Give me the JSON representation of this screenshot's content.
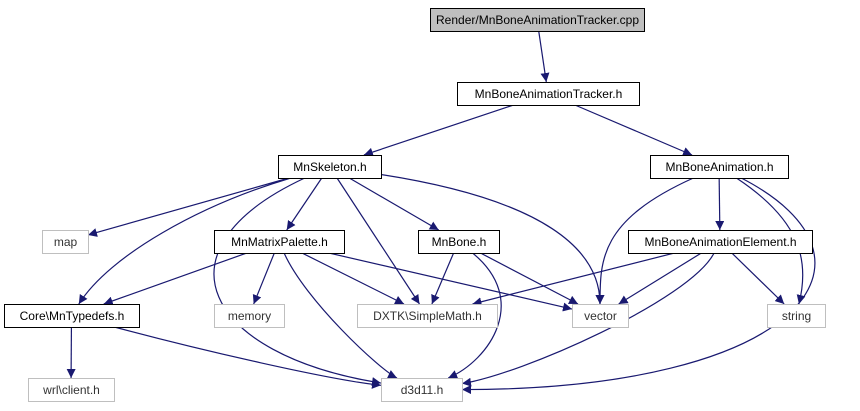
{
  "colors": {
    "edge": "#191970",
    "node_border": "#000000",
    "external_border": "#bfbfbf",
    "root_fill": "#bfbfbf",
    "node_fill": "#ffffff",
    "text": "#000000",
    "external_text": "#333333"
  },
  "nodes": [
    {
      "id": "root",
      "label": "Render/MnBoneAnimationTracker.cpp",
      "kind": "root"
    },
    {
      "id": "tracker_h",
      "label": "MnBoneAnimationTracker.h",
      "kind": "project"
    },
    {
      "id": "skeleton_h",
      "label": "MnSkeleton.h",
      "kind": "project"
    },
    {
      "id": "boneanim_h",
      "label": "MnBoneAnimation.h",
      "kind": "project"
    },
    {
      "id": "map",
      "label": "map",
      "kind": "external"
    },
    {
      "id": "matrixpalette_h",
      "label": "MnMatrixPalette.h",
      "kind": "project"
    },
    {
      "id": "bone_h",
      "label": "MnBone.h",
      "kind": "project"
    },
    {
      "id": "element_h",
      "label": "MnBoneAnimationElement.h",
      "kind": "project"
    },
    {
      "id": "typedefs_h",
      "label": "Core\\MnTypedefs.h",
      "kind": "project"
    },
    {
      "id": "memory",
      "label": "memory",
      "kind": "external"
    },
    {
      "id": "simplemath_h",
      "label": "DXTK\\SimpleMath.h",
      "kind": "external"
    },
    {
      "id": "vector",
      "label": "vector",
      "kind": "external"
    },
    {
      "id": "string",
      "label": "string",
      "kind": "external"
    },
    {
      "id": "wrl_client_h",
      "label": "wrl\\client.h",
      "kind": "external"
    },
    {
      "id": "d3d11_h",
      "label": "d3d11.h",
      "kind": "external"
    }
  ],
  "edges": [
    {
      "from": "root",
      "to": "tracker_h"
    },
    {
      "from": "tracker_h",
      "to": "skeleton_h"
    },
    {
      "from": "tracker_h",
      "to": "boneanim_h"
    },
    {
      "from": "skeleton_h",
      "to": "map"
    },
    {
      "from": "skeleton_h",
      "to": "typedefs_h"
    },
    {
      "from": "skeleton_h",
      "to": "matrixpalette_h"
    },
    {
      "from": "skeleton_h",
      "to": "bone_h"
    },
    {
      "from": "skeleton_h",
      "to": "simplemath_h"
    },
    {
      "from": "skeleton_h",
      "to": "vector"
    },
    {
      "from": "skeleton_h",
      "to": "d3d11_h"
    },
    {
      "from": "boneanim_h",
      "to": "element_h"
    },
    {
      "from": "boneanim_h",
      "to": "vector"
    },
    {
      "from": "boneanim_h",
      "to": "string"
    },
    {
      "from": "boneanim_h",
      "to": "d3d11_h"
    },
    {
      "from": "matrixpalette_h",
      "to": "typedefs_h"
    },
    {
      "from": "matrixpalette_h",
      "to": "memory"
    },
    {
      "from": "matrixpalette_h",
      "to": "simplemath_h"
    },
    {
      "from": "matrixpalette_h",
      "to": "vector"
    },
    {
      "from": "matrixpalette_h",
      "to": "d3d11_h"
    },
    {
      "from": "bone_h",
      "to": "simplemath_h"
    },
    {
      "from": "bone_h",
      "to": "vector"
    },
    {
      "from": "bone_h",
      "to": "d3d11_h"
    },
    {
      "from": "element_h",
      "to": "simplemath_h"
    },
    {
      "from": "element_h",
      "to": "vector"
    },
    {
      "from": "element_h",
      "to": "string"
    },
    {
      "from": "element_h",
      "to": "d3d11_h"
    },
    {
      "from": "typedefs_h",
      "to": "wrl_client_h"
    },
    {
      "from": "typedefs_h",
      "to": "d3d11_h"
    }
  ]
}
